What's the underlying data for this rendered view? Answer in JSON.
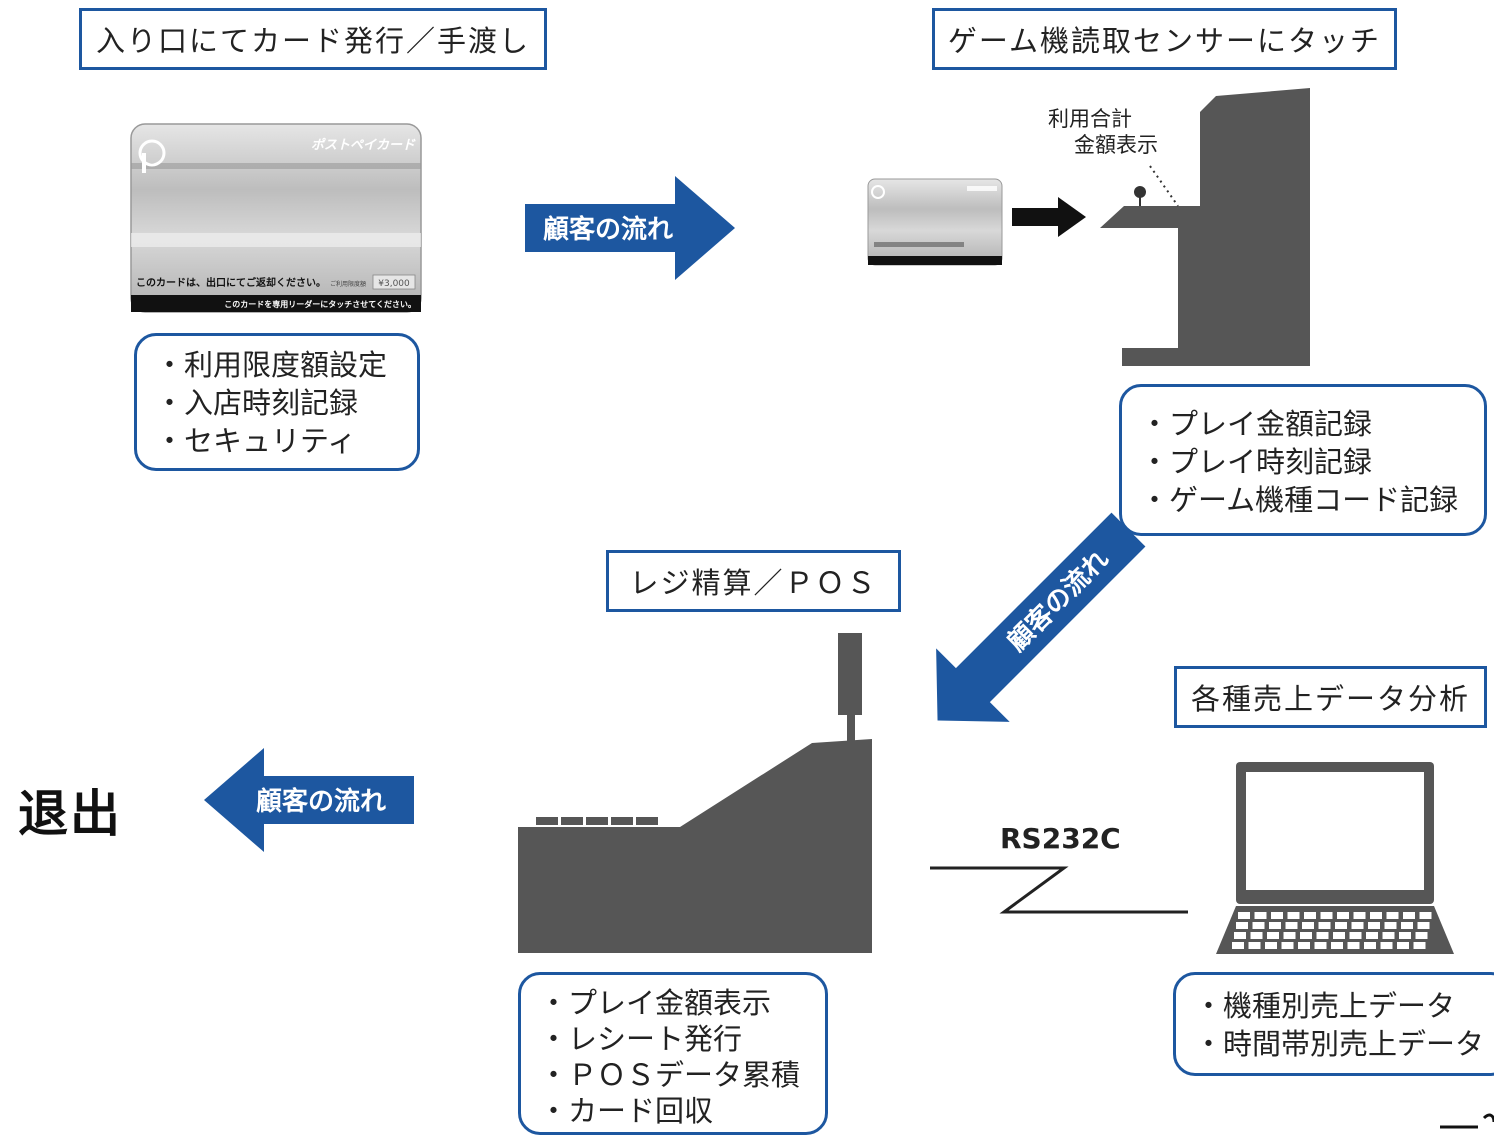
{
  "step1": {
    "title": "入り口にてカード発行／手渡し",
    "features": [
      "・利用限度額設定",
      "・入店時刻記録",
      "・セキュリティ"
    ]
  },
  "card": {
    "brand": "ポストペイカード",
    "notice": "このカードは、出口にてご返却ください。",
    "amount_label": "ご利用限度額",
    "amount": "¥3,000",
    "touch_notice": "このカードを専用リーダーにタッチさせてください。"
  },
  "step2": {
    "title": "ゲーム機読取センサーにタッチ",
    "annotation": [
      "利用合計",
      "金額表示"
    ],
    "features": [
      "・プレイ金額記録",
      "・プレイ時刻記録",
      "・ゲーム機種コード記録"
    ]
  },
  "step3": {
    "title": "レジ精算／ＰＯＳ",
    "features": [
      "・プレイ金額表示",
      "・レシート発行",
      "・ＰＯＳデータ累積",
      "・カード回収"
    ]
  },
  "step4": {
    "title": "各種売上データ分析",
    "features": [
      "・機種別売上データ",
      "・時間帯別売上データ"
    ]
  },
  "flow_label": "顧客の流れ",
  "exit_label": "退出",
  "connection_label": "RS232C",
  "colors": {
    "accent": "#1d57a0",
    "machine": "#565656",
    "card_gray": "#c9c9c9"
  }
}
